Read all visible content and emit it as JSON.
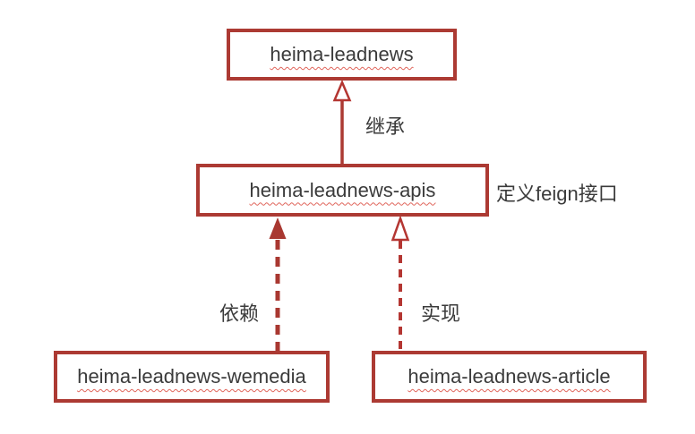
{
  "diagram": {
    "nodes": {
      "root": {
        "label": "heima-leadnews"
      },
      "apis": {
        "label": "heima-leadnews-apis"
      },
      "wemedia": {
        "label": "heima-leadnews-wemedia"
      },
      "article": {
        "label": "heima-leadnews-article"
      }
    },
    "edges": {
      "inheritance": {
        "label": "继承",
        "from": "heima-leadnews-apis",
        "to": "heima-leadnews",
        "line": "solid",
        "arrowhead": "hollow-triangle"
      },
      "dependency": {
        "label": "依赖",
        "from": "heima-leadnews-wemedia",
        "to": "heima-leadnews-apis",
        "line": "dashed",
        "arrowhead": "filled-triangle"
      },
      "realization": {
        "label": "实现",
        "from": "heima-leadnews-article",
        "to": "heima-leadnews-apis",
        "line": "dashed",
        "arrowhead": "hollow-triangle"
      }
    },
    "annotations": {
      "apis_note": "定义feign接口"
    },
    "colors": {
      "accent_red": "#ac3a33",
      "text": "#3b3b3b",
      "squiggle_red": "#e0665c",
      "background": "#ffffff"
    }
  }
}
